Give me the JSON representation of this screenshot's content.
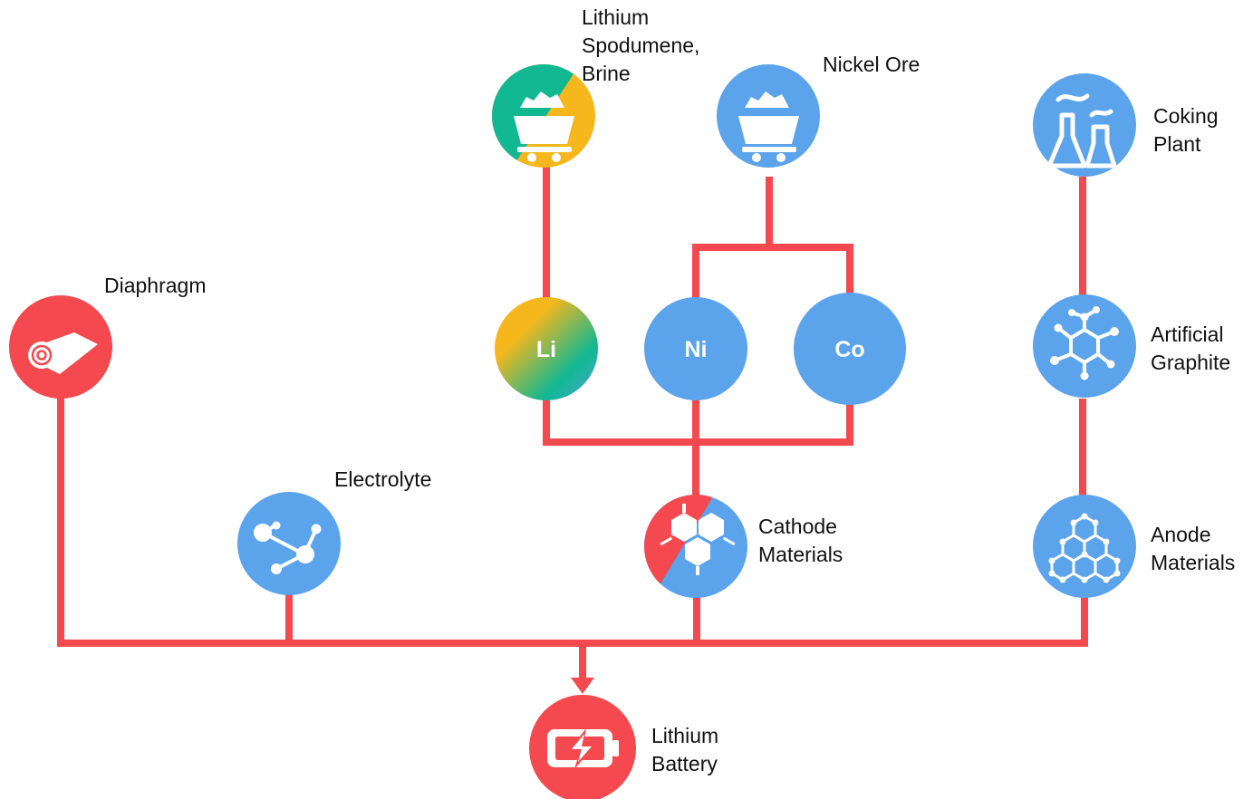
{
  "colors": {
    "connector": "#f4494e",
    "blue": "#5ba3eb",
    "red": "#f4494e",
    "green": "#12b892",
    "yellow": "#f5b71c",
    "white": "#ffffff"
  },
  "nodes": {
    "lithium_ore": {
      "label_lines": [
        "Lithium",
        "Spodumene,",
        "Brine"
      ],
      "icon": "mine-cart-icon"
    },
    "nickel_ore": {
      "label_lines": [
        "Nickel Ore"
      ],
      "icon": "mine-cart-icon"
    },
    "coking_plant": {
      "label_lines": [
        "Coking",
        "Plant"
      ],
      "icon": "factory-icon"
    },
    "diaphragm": {
      "label_lines": [
        "Diaphragm"
      ],
      "icon": "film-roll-icon"
    },
    "li": {
      "symbol": "Li"
    },
    "ni": {
      "symbol": "Ni"
    },
    "co": {
      "symbol": "Co"
    },
    "artificial_graphite": {
      "label_lines": [
        "Artificial",
        "Graphite"
      ],
      "icon": "molecule-network-icon"
    },
    "electrolyte": {
      "label_lines": [
        "Electrolyte"
      ],
      "icon": "molecule-icon"
    },
    "cathode_materials": {
      "label_lines": [
        "Cathode",
        "Materials"
      ],
      "icon": "hexagon-structure-icon"
    },
    "anode_materials": {
      "label_lines": [
        "Anode",
        "Materials"
      ],
      "icon": "graphene-lattice-icon"
    },
    "lithium_battery": {
      "label_lines": [
        "Lithium",
        "Battery"
      ],
      "icon": "charging-battery-icon"
    }
  }
}
